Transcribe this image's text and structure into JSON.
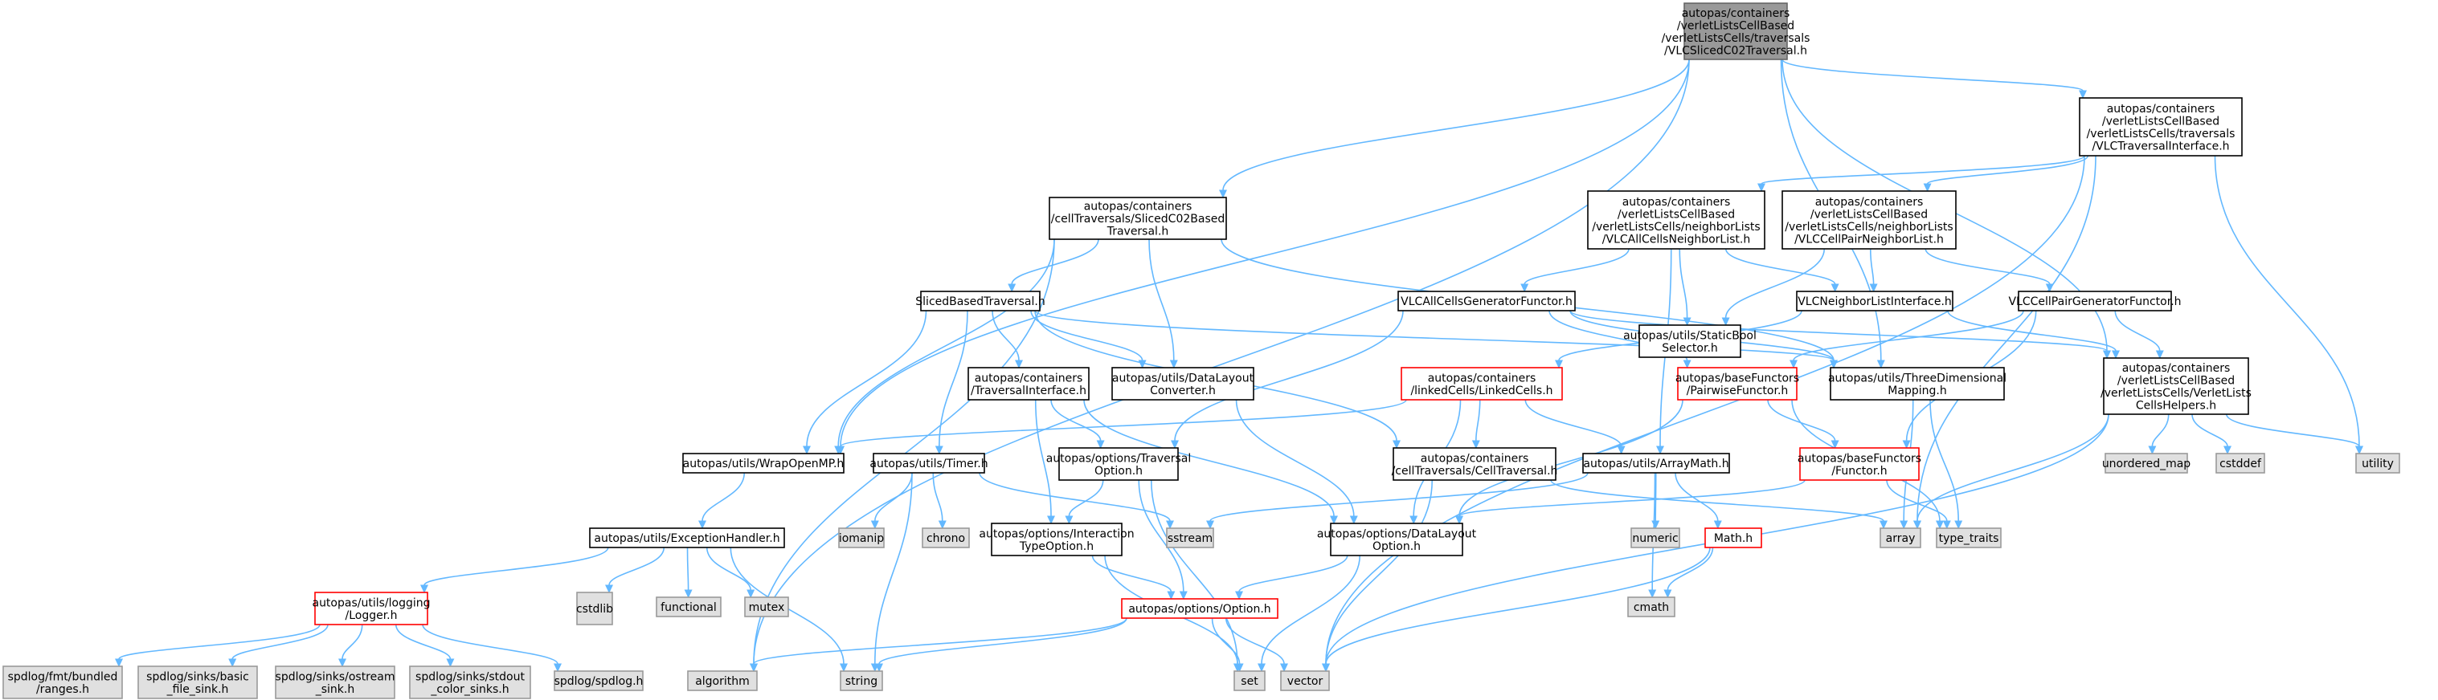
{
  "diagram": {
    "type": "include-dependency-graph",
    "colors": {
      "edge": "#63b8ff",
      "root_fill": "#999999",
      "root_stroke": "#666666",
      "normal_fill": "#ffffff",
      "normal_stroke": "#000000",
      "header_with_more_fill": "#ffffff",
      "header_with_more_stroke": "#ff0000",
      "system_fill": "#e0e0e0",
      "system_stroke": "#999999"
    },
    "nodes": [
      {
        "id": "root",
        "kind": "root",
        "lines": [
          "autopas/containers",
          "/verletListsCellBased",
          "/verletListsCells/traversals",
          "/VLCSlicedC02Traversal.h"
        ]
      },
      {
        "id": "sliced_c02",
        "kind": "normal",
        "lines": [
          "autopas/containers",
          "/cellTraversals/SlicedC02Based",
          "Traversal.h"
        ]
      },
      {
        "id": "vlc_trav_iface",
        "kind": "normal",
        "lines": [
          "autopas/containers",
          "/verletListsCellBased",
          "/verletListsCells/traversals",
          "/VLCTraversalInterface.h"
        ]
      },
      {
        "id": "vlc_all_cells_nl",
        "kind": "normal",
        "lines": [
          "autopas/containers",
          "/verletListsCellBased",
          "/verletListsCells/neighborLists",
          "/VLCAllCellsNeighborList.h"
        ]
      },
      {
        "id": "vlc_cell_pair_nl",
        "kind": "normal",
        "lines": [
          "autopas/containers",
          "/verletListsCellBased",
          "/verletListsCells/neighborLists",
          "/VLCCellPairNeighborList.h"
        ]
      },
      {
        "id": "sliced_based",
        "kind": "normal",
        "lines": [
          "SlicedBasedTraversal.h"
        ]
      },
      {
        "id": "vlc_all_gen",
        "kind": "normal",
        "lines": [
          "VLCAllCellsGeneratorFunctor.h"
        ]
      },
      {
        "id": "static_bool",
        "kind": "normal",
        "lines": [
          "autopas/utils/StaticBool",
          "Selector.h"
        ]
      },
      {
        "id": "vlc_nl_iface",
        "kind": "normal",
        "lines": [
          "VLCNeighborListInterface.h"
        ]
      },
      {
        "id": "vlc_pair_gen",
        "kind": "normal",
        "lines": [
          "VLCCellPairGeneratorFunctor.h"
        ]
      },
      {
        "id": "trav_iface",
        "kind": "normal",
        "lines": [
          "autopas/containers",
          "/TraversalInterface.h"
        ]
      },
      {
        "id": "data_layout_conv",
        "kind": "normal",
        "lines": [
          "autopas/utils/DataLayout",
          "Converter.h"
        ]
      },
      {
        "id": "linked_cells",
        "kind": "red",
        "lines": [
          "autopas/containers",
          "/linkedCells/LinkedCells.h"
        ]
      },
      {
        "id": "pairwise_functor",
        "kind": "red",
        "lines": [
          "autopas/baseFunctors",
          "/PairwiseFunctor.h"
        ]
      },
      {
        "id": "three_dim",
        "kind": "normal",
        "lines": [
          "autopas/utils/ThreeDimensional",
          "Mapping.h"
        ]
      },
      {
        "id": "vlc_helpers",
        "kind": "normal",
        "lines": [
          "autopas/containers",
          "/verletListsCellBased",
          "/verletListsCells/VerletLists",
          "CellsHelpers.h"
        ]
      },
      {
        "id": "wrap_omp",
        "kind": "normal",
        "lines": [
          "autopas/utils/WrapOpenMP.h"
        ]
      },
      {
        "id": "timer",
        "kind": "normal",
        "lines": [
          "autopas/utils/Timer.h"
        ]
      },
      {
        "id": "trav_option",
        "kind": "normal",
        "lines": [
          "autopas/options/Traversal",
          "Option.h"
        ]
      },
      {
        "id": "cell_trav",
        "kind": "normal",
        "lines": [
          "autopas/containers",
          "/cellTraversals/CellTraversal.h"
        ]
      },
      {
        "id": "array_math",
        "kind": "normal",
        "lines": [
          "autopas/utils/ArrayMath.h"
        ]
      },
      {
        "id": "functor",
        "kind": "red",
        "lines": [
          "autopas/baseFunctors",
          "/Functor.h"
        ]
      },
      {
        "id": "unordered_map",
        "kind": "system",
        "lines": [
          "unordered_map"
        ]
      },
      {
        "id": "cstddef",
        "kind": "system",
        "lines": [
          "cstddef"
        ]
      },
      {
        "id": "utility",
        "kind": "system",
        "lines": [
          "utility"
        ]
      },
      {
        "id": "exception_handler",
        "kind": "normal",
        "lines": [
          "autopas/utils/ExceptionHandler.h"
        ]
      },
      {
        "id": "iomanip",
        "kind": "system",
        "lines": [
          "iomanip"
        ]
      },
      {
        "id": "chrono",
        "kind": "system",
        "lines": [
          "chrono"
        ]
      },
      {
        "id": "interaction_type",
        "kind": "normal",
        "lines": [
          "autopas/options/Interaction",
          "TypeOption.h"
        ]
      },
      {
        "id": "sstream",
        "kind": "system",
        "lines": [
          "sstream"
        ]
      },
      {
        "id": "data_layout_opt",
        "kind": "normal",
        "lines": [
          "autopas/options/DataLayout",
          "Option.h"
        ]
      },
      {
        "id": "numeric",
        "kind": "system",
        "lines": [
          "numeric"
        ]
      },
      {
        "id": "math_h",
        "kind": "red",
        "lines": [
          "Math.h"
        ]
      },
      {
        "id": "array",
        "kind": "system",
        "lines": [
          "array"
        ]
      },
      {
        "id": "type_traits",
        "kind": "system",
        "lines": [
          "type_traits"
        ]
      },
      {
        "id": "logger",
        "kind": "red",
        "lines": [
          "autopas/utils/logging",
          "/Logger.h"
        ]
      },
      {
        "id": "cstdlib",
        "kind": "system",
        "lines": [
          "cstdlib"
        ]
      },
      {
        "id": "functional",
        "kind": "system",
        "lines": [
          "functional"
        ]
      },
      {
        "id": "mutex",
        "kind": "system",
        "lines": [
          "mutex"
        ]
      },
      {
        "id": "option_h",
        "kind": "red",
        "lines": [
          "autopas/options/Option.h"
        ]
      },
      {
        "id": "cmath",
        "kind": "system",
        "lines": [
          "cmath"
        ]
      },
      {
        "id": "fmt_ranges",
        "kind": "system",
        "lines": [
          "spdlog/fmt/bundled",
          "/ranges.h"
        ]
      },
      {
        "id": "basic_file_sink",
        "kind": "system",
        "lines": [
          "spdlog/sinks/basic",
          "_file_sink.h"
        ]
      },
      {
        "id": "ostream_sink",
        "kind": "system",
        "lines": [
          "spdlog/sinks/ostream",
          "_sink.h"
        ]
      },
      {
        "id": "stdout_color_sinks",
        "kind": "system",
        "lines": [
          "spdlog/sinks/stdout",
          "_color_sinks.h"
        ]
      },
      {
        "id": "spdlog_h",
        "kind": "system",
        "lines": [
          "spdlog/spdlog.h"
        ]
      },
      {
        "id": "algorithm",
        "kind": "system",
        "lines": [
          "algorithm"
        ]
      },
      {
        "id": "string",
        "kind": "system",
        "lines": [
          "string"
        ]
      },
      {
        "id": "set",
        "kind": "system",
        "lines": [
          "set"
        ]
      },
      {
        "id": "vector",
        "kind": "system",
        "lines": [
          "vector"
        ]
      }
    ],
    "edges": [
      [
        "root",
        "sliced_c02"
      ],
      [
        "root",
        "vlc_trav_iface"
      ],
      [
        "root",
        "wrap_omp"
      ],
      [
        "root",
        "three_dim"
      ],
      [
        "root",
        "vlc_helpers"
      ],
      [
        "root",
        "algorithm"
      ],
      [
        "vlc_trav_iface",
        "vlc_all_cells_nl"
      ],
      [
        "vlc_trav_iface",
        "vlc_cell_pair_nl"
      ],
      [
        "vlc_trav_iface",
        "array"
      ],
      [
        "vlc_trav_iface",
        "utility"
      ],
      [
        "vlc_trav_iface",
        "vector"
      ],
      [
        "sliced_c02",
        "sliced_based"
      ],
      [
        "sliced_c02",
        "data_layout_conv"
      ],
      [
        "sliced_c02",
        "wrap_omp"
      ],
      [
        "sliced_c02",
        "three_dim"
      ],
      [
        "sliced_c02",
        "algorithm"
      ],
      [
        "vlc_all_cells_nl",
        "vlc_all_gen"
      ],
      [
        "vlc_all_cells_nl",
        "static_bool"
      ],
      [
        "vlc_all_cells_nl",
        "vlc_nl_iface"
      ],
      [
        "vlc_all_cells_nl",
        "array_math"
      ],
      [
        "vlc_cell_pair_nl",
        "static_bool"
      ],
      [
        "vlc_cell_pair_nl",
        "vlc_nl_iface"
      ],
      [
        "vlc_cell_pair_nl",
        "vlc_pair_gen"
      ],
      [
        "sliced_based",
        "trav_iface"
      ],
      [
        "sliced_based",
        "data_layout_conv"
      ],
      [
        "sliced_based",
        "timer"
      ],
      [
        "sliced_based",
        "wrap_omp"
      ],
      [
        "sliced_based",
        "cell_trav"
      ],
      [
        "sliced_based",
        "three_dim"
      ],
      [
        "vlc_all_gen",
        "pairwise_functor"
      ],
      [
        "vlc_all_gen",
        "three_dim"
      ],
      [
        "vlc_all_gen",
        "vlc_helpers"
      ],
      [
        "vlc_all_gen",
        "trav_option"
      ],
      [
        "vlc_nl_iface",
        "linked_cells"
      ],
      [
        "vlc_nl_iface",
        "vlc_helpers"
      ],
      [
        "vlc_pair_gen",
        "pairwise_functor"
      ],
      [
        "vlc_pair_gen",
        "vlc_helpers"
      ],
      [
        "vlc_pair_gen",
        "functor"
      ],
      [
        "trav_iface",
        "trav_option"
      ],
      [
        "trav_iface",
        "interaction_type"
      ],
      [
        "trav_iface",
        "data_layout_opt"
      ],
      [
        "data_layout_conv",
        "data_layout_opt"
      ],
      [
        "linked_cells",
        "wrap_omp"
      ],
      [
        "linked_cells",
        "cell_trav"
      ],
      [
        "linked_cells",
        "array_math"
      ],
      [
        "linked_cells",
        "data_layout_opt"
      ],
      [
        "pairwise_functor",
        "functor"
      ],
      [
        "pairwise_functor",
        "data_layout_opt"
      ],
      [
        "pairwise_functor",
        "type_traits"
      ],
      [
        "three_dim",
        "array"
      ],
      [
        "three_dim",
        "type_traits"
      ],
      [
        "vlc_helpers",
        "unordered_map"
      ],
      [
        "vlc_helpers",
        "cstddef"
      ],
      [
        "vlc_helpers",
        "utility"
      ],
      [
        "vlc_helpers",
        "array"
      ],
      [
        "vlc_helpers",
        "vector"
      ],
      [
        "wrap_omp",
        "exception_handler"
      ],
      [
        "timer",
        "iomanip"
      ],
      [
        "timer",
        "chrono"
      ],
      [
        "timer",
        "sstream"
      ],
      [
        "timer",
        "string"
      ],
      [
        "trav_option",
        "interaction_type"
      ],
      [
        "trav_option",
        "option_h"
      ],
      [
        "trav_option",
        "set"
      ],
      [
        "cell_trav",
        "array"
      ],
      [
        "cell_trav",
        "vector"
      ],
      [
        "array_math",
        "numeric"
      ],
      [
        "array_math",
        "math_h"
      ],
      [
        "array_math",
        "cmath"
      ],
      [
        "array_math",
        "sstream"
      ],
      [
        "functor",
        "type_traits"
      ],
      [
        "functor",
        "data_layout_opt"
      ],
      [
        "exception_handler",
        "logger"
      ],
      [
        "exception_handler",
        "cstdlib"
      ],
      [
        "exception_handler",
        "functional"
      ],
      [
        "exception_handler",
        "mutex"
      ],
      [
        "exception_handler",
        "string"
      ],
      [
        "interaction_type",
        "option_h"
      ],
      [
        "interaction_type",
        "set"
      ],
      [
        "data_layout_opt",
        "option_h"
      ],
      [
        "data_layout_opt",
        "set"
      ],
      [
        "math_h",
        "cmath"
      ],
      [
        "math_h",
        "vector"
      ],
      [
        "logger",
        "fmt_ranges"
      ],
      [
        "logger",
        "basic_file_sink"
      ],
      [
        "logger",
        "ostream_sink"
      ],
      [
        "logger",
        "stdout_color_sinks"
      ],
      [
        "logger",
        "spdlog_h"
      ],
      [
        "option_h",
        "algorithm"
      ],
      [
        "option_h",
        "string"
      ],
      [
        "option_h",
        "set"
      ],
      [
        "option_h",
        "vector"
      ]
    ]
  }
}
